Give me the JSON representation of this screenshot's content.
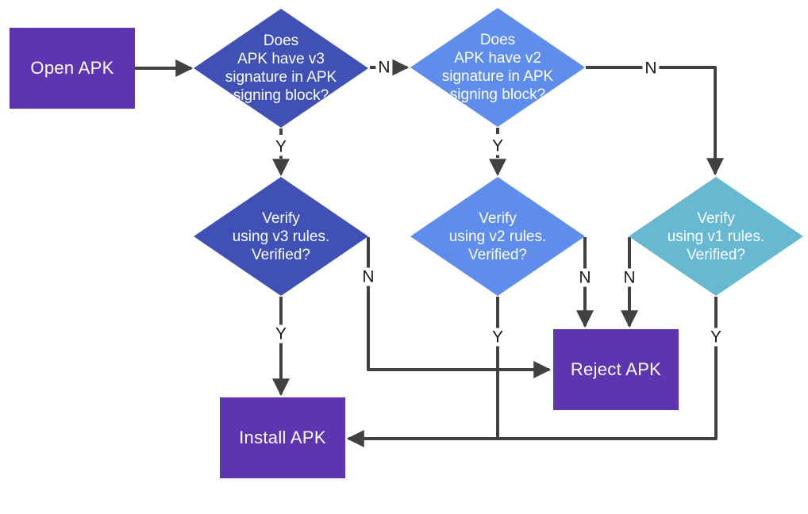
{
  "diagram": {
    "type": "flowchart",
    "background": "#ffffff"
  },
  "colors": {
    "action_box": "#5E35B1",
    "v3_diamond": "#3F51B5",
    "v2_diamond": "#5E8DEC",
    "v1_diamond": "#67B8D1",
    "connector": "#414141",
    "node_text": "#ffffff",
    "edge_label_text": "#1a1a1a"
  },
  "nodes": {
    "open_apk": {
      "label": "Open APK"
    },
    "has_v3": {
      "label": "Does\nAPK have v3\nsignature in APK\nsigning block?"
    },
    "has_v2": {
      "label": "Does\nAPK have v2\nsignature in APK\nsigning block?"
    },
    "verify_v3": {
      "label": "Verify\nusing v3 rules.\nVerified?"
    },
    "verify_v2": {
      "label": "Verify\nusing v2 rules.\nVerified?"
    },
    "verify_v1": {
      "label": "Verify\nusing v1 rules.\nVerified?"
    },
    "reject_apk": {
      "label": "Reject APK"
    },
    "install_apk": {
      "label": "Install APK"
    }
  },
  "edge_labels": {
    "has_v3_no": "N",
    "has_v3_yes": "Y",
    "has_v2_no": "N",
    "has_v2_yes": "Y",
    "verify_v3_no": "N",
    "verify_v3_yes": "Y",
    "verify_v2_no": "N",
    "verify_v2_yes": "Y",
    "verify_v1_no": "N",
    "verify_v1_yes": "Y"
  }
}
